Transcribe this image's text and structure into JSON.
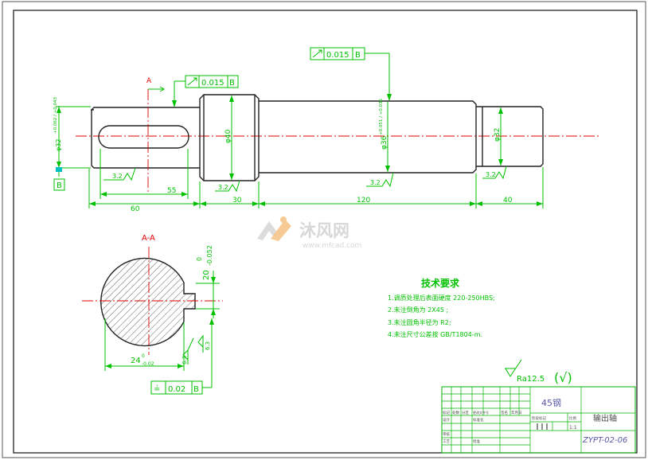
{
  "watermark": {
    "brand": "沐风网",
    "url": "www.mfcad.com"
  },
  "main_view": {
    "section_mark": "A",
    "runout_top": {
      "value": "0.015",
      "datum": "B"
    },
    "runout_left": {
      "value": "0.015",
      "datum": "B"
    },
    "datum_label": "B",
    "diameters": {
      "d32_left": "φ32",
      "d32_left_tol": "+0.062 / +0.043",
      "d40": "φ40",
      "d36": "φ36",
      "d36_tol": "+0.051 / +0.036",
      "d32_right": "φ32"
    },
    "roughness": {
      "r1": "3.2",
      "r2": "3.2",
      "r3": "3.2",
      "r4": "3.2"
    },
    "lengths": {
      "l60": "60",
      "l55": "55",
      "l30": "30",
      "l120": "120",
      "l40": "40"
    }
  },
  "section_view": {
    "title": "A-A",
    "key_depth": "20",
    "key_depth_upper": "0",
    "key_depth_lower": "-0.052",
    "key_width": "24",
    "key_width_upper": "0",
    "key_width_lower": "-0.02",
    "roughness_a": "6.3",
    "roughness_b": "6.3",
    "symmetry": {
      "symbol": "≟",
      "value": "0.02",
      "datum": "B"
    }
  },
  "tech_req": {
    "title": "技术要求",
    "items": [
      "1.调质处理后表面硬度 220-250HBS;",
      "2.未注倒角为 2X45 ;",
      "3.未注圆角半径为 R2;",
      "4.未注尺寸公差按 GB/T1804-m."
    ]
  },
  "surface_finish": {
    "value": "Ra12.5",
    "paren": "(√)"
  },
  "title_block": {
    "material": "45钢",
    "part_name": "输出轴",
    "drawing_no": "ZYPT-02-06",
    "headers": [
      "标记",
      "处数",
      "分区",
      "更改文件号",
      "签名",
      "年月日"
    ],
    "row_labels": [
      "设计",
      "标准化",
      "审核",
      "工艺",
      "批准"
    ],
    "stage_label": "阶段标记",
    "scale_label": "比例",
    "scale_value": "1:1"
  }
}
